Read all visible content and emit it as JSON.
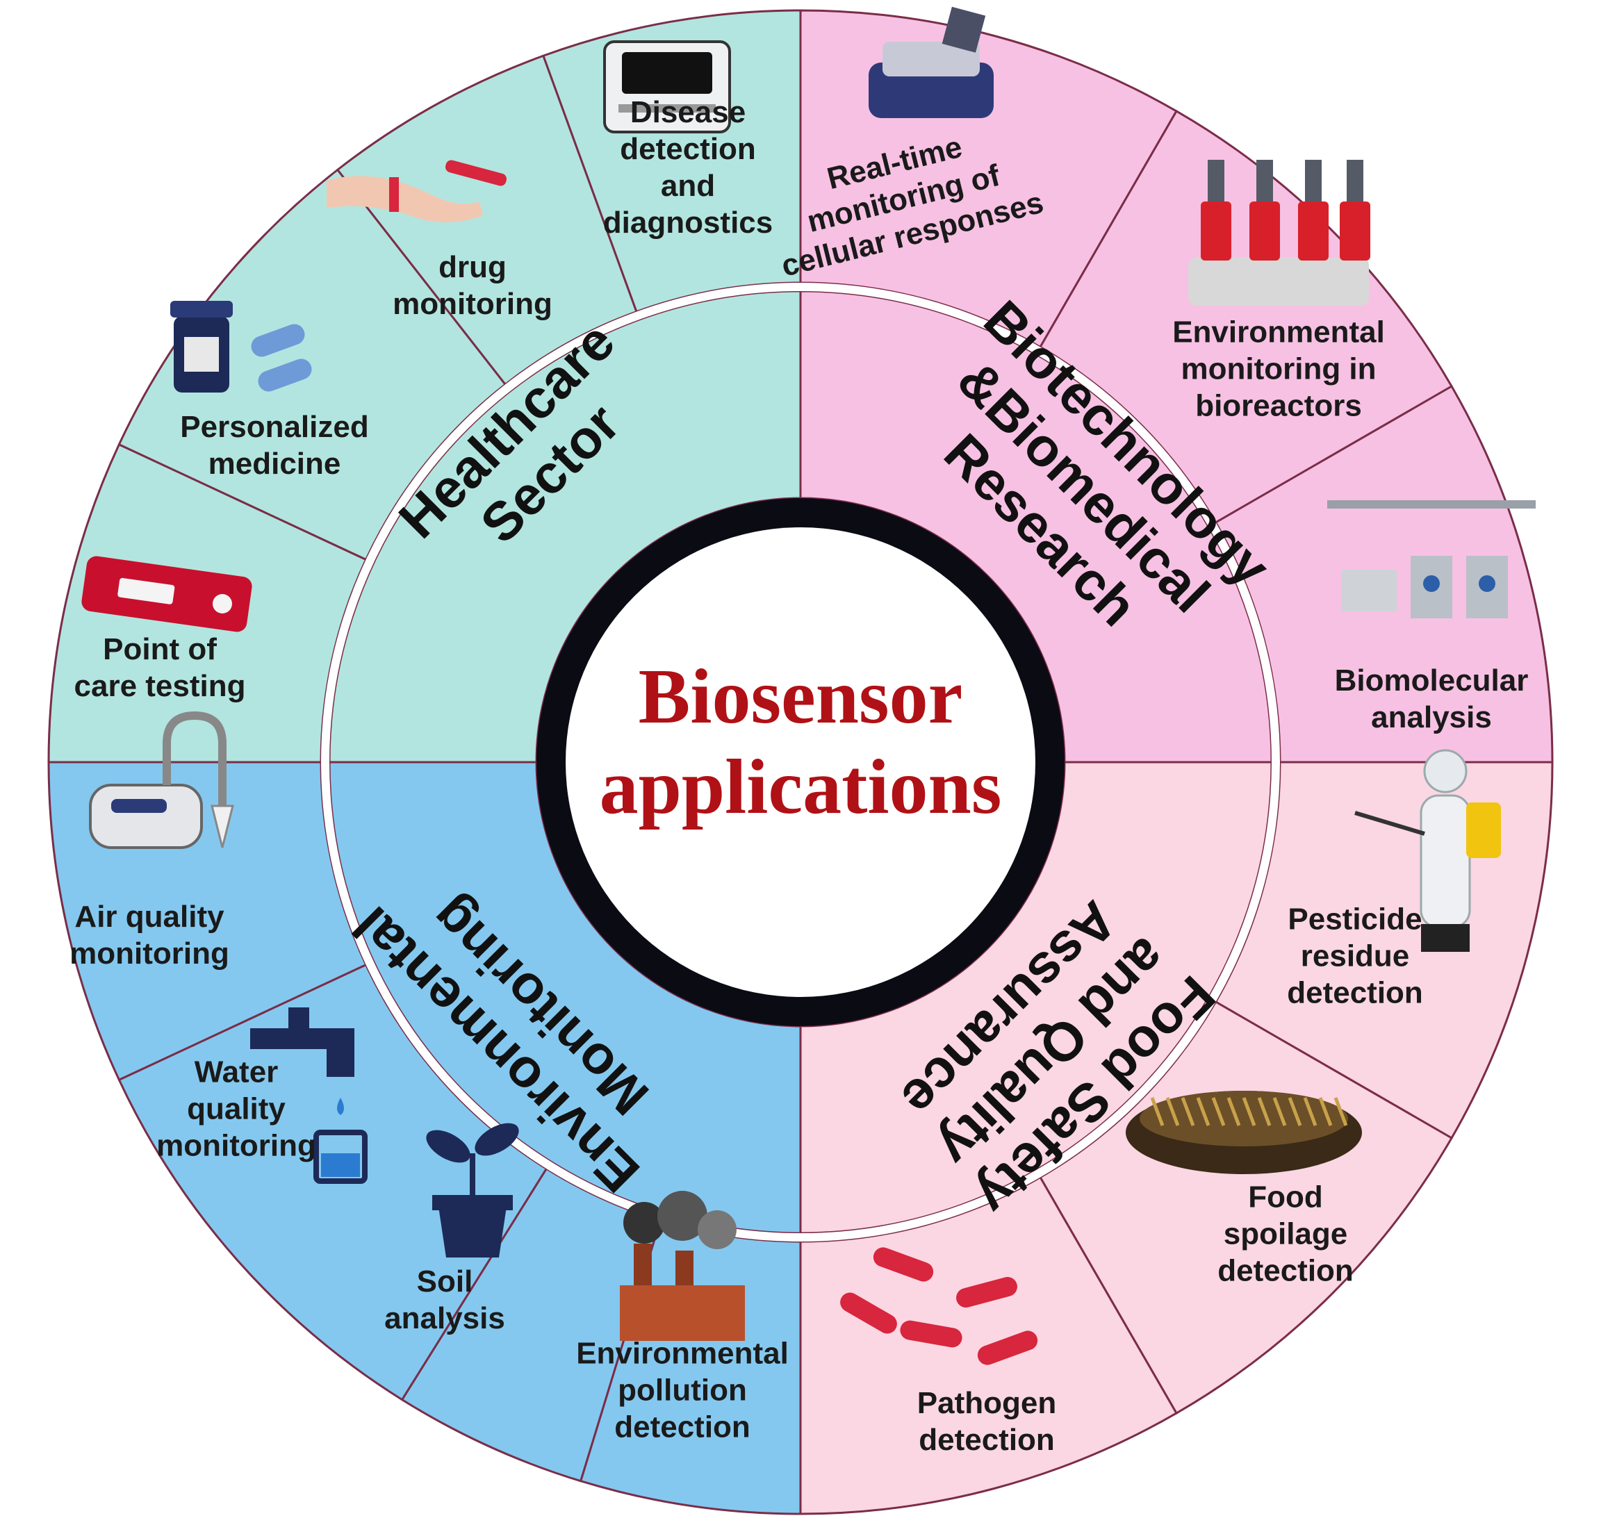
{
  "center": {
    "title_lines": [
      "Biosensor",
      "applications"
    ]
  },
  "colors": {
    "healthcare": "#b2e5df",
    "biotech": "#f7c1e3",
    "food": "#fbd6e3",
    "environment": "#84c8ef",
    "outline": "#7a2d48",
    "ring": "#0b0b14",
    "title": "#b01116"
  },
  "sectors": [
    {
      "id": "healthcare",
      "lines": [
        "Healthcare",
        "Sector"
      ]
    },
    {
      "id": "biotech",
      "lines": [
        "Biotechnology",
        "&Biomedical",
        "Research"
      ]
    },
    {
      "id": "food",
      "lines": [
        "Food Safety",
        "and Quality",
        "Assurance"
      ]
    },
    {
      "id": "environment",
      "lines": [
        "Environmental",
        "Monitoring"
      ]
    }
  ],
  "applications": [
    {
      "id": "realtime",
      "lines": [
        "Real-time",
        "monitoring of",
        "cellular responses"
      ],
      "icon": "spectrophotometer-icon"
    },
    {
      "id": "bioreactor",
      "lines": [
        "Environmental",
        "monitoring in",
        "bioreactors"
      ],
      "icon": "bioreactor-icon"
    },
    {
      "id": "biomolecular",
      "lines": [
        "Biomolecular",
        "analysis"
      ],
      "icon": "lab-analyzer-icon"
    },
    {
      "id": "pesticide",
      "lines": [
        "Pesticide",
        "residue",
        "detection"
      ],
      "icon": "sprayer-worker-icon"
    },
    {
      "id": "spoilage",
      "lines": [
        "Food",
        "spoilage",
        "detection"
      ],
      "icon": "spoiled-food-icon"
    },
    {
      "id": "pathogen",
      "lines": [
        "Pathogen",
        "detection"
      ],
      "icon": "bacteria-icon"
    },
    {
      "id": "pollution",
      "lines": [
        "Environmental",
        "pollution",
        "detection"
      ],
      "icon": "factory-smoke-icon"
    },
    {
      "id": "soil",
      "lines": [
        "Soil",
        "analysis"
      ],
      "icon": "plant-pot-icon"
    },
    {
      "id": "water",
      "lines": [
        "Water",
        "quality",
        "monitoring"
      ],
      "icon": "water-tap-icon"
    },
    {
      "id": "air",
      "lines": [
        "Air quality",
        "monitoring"
      ],
      "icon": "air-sampler-icon"
    },
    {
      "id": "poc",
      "lines": [
        "Point of",
        "care testing"
      ],
      "icon": "test-strip-icon"
    },
    {
      "id": "personalized",
      "lines": [
        "Personalized",
        "medicine"
      ],
      "icon": "pill-bottle-icon"
    },
    {
      "id": "drug",
      "lines": [
        "drug",
        "monitoring"
      ],
      "icon": "blood-draw-icon"
    },
    {
      "id": "disease",
      "lines": [
        "Disease",
        "detection",
        "and",
        "diagnostics"
      ],
      "icon": "diagnostic-device-icon"
    }
  ]
}
